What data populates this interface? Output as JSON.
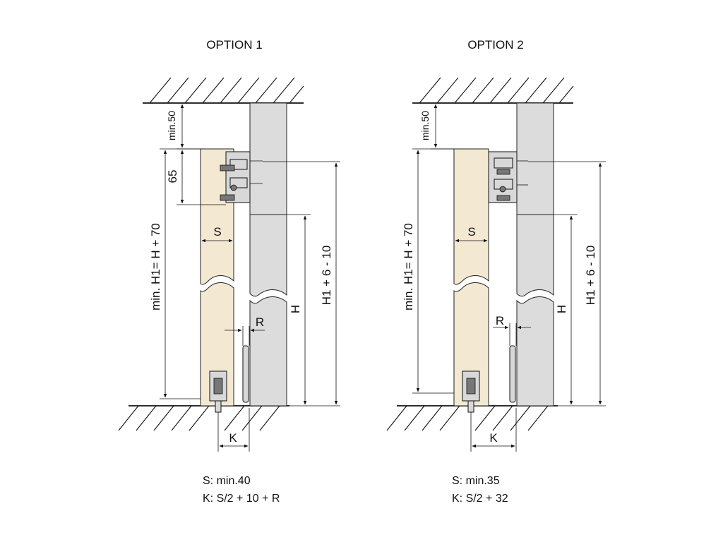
{
  "options": [
    {
      "title": "OPTION 1",
      "labels": {
        "min50": "min.50",
        "d65": "65",
        "h1": "min. H1= H + 70",
        "s": "S",
        "r": "R",
        "h": "H",
        "h1b": "H1 + 6 - 10",
        "k": "K"
      },
      "notes": [
        "S: min.40",
        "K: S/2 + 10 + R"
      ]
    },
    {
      "title": "OPTION 2",
      "labels": {
        "min50": "min.50",
        "h1": "min. H1= H + 70",
        "s": "S",
        "r": "R",
        "h": "H",
        "h1b": "H1 + 6 - 10",
        "k": "K"
      },
      "notes": [
        "S: min.35",
        "K: S/2 + 32"
      ]
    }
  ],
  "colors": {
    "wall": "#dcdcdc",
    "door": "#f3e9d2",
    "line": "#111111"
  }
}
